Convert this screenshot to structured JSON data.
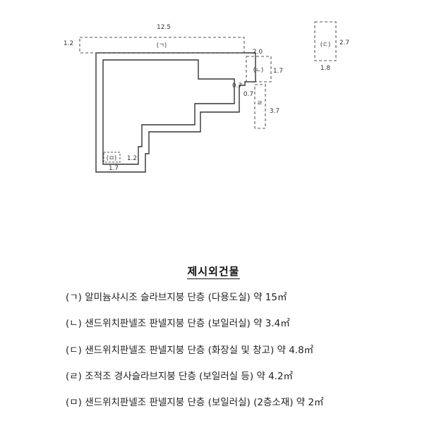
{
  "plan": {
    "dimensions": {
      "top_width": "12.5",
      "left_height": "1.2",
      "annex_width": "2.0",
      "annex_height": "1.7",
      "step_a": "0.7",
      "step_b": "0.7",
      "side_height": "3.7",
      "small_room_height": "1.2",
      "small_room_width": "1.7",
      "detached_height": "2.7",
      "detached_width": "1.8"
    },
    "labels": {
      "a": "(ㄱ)",
      "b": "(ㄴ)",
      "c": "(ㄷ)",
      "d": "ㄹ",
      "e": "(ㅁ)"
    }
  },
  "legend": {
    "title": "제시외건물",
    "items": [
      "(ㄱ) 알미늄샤시조 슬라브지붕 단층 (다용도실) 약 15㎡",
      "(ㄴ) 샌드위치판넬조 판넬지붕 단층 (보일러실) 약 3.4㎡",
      "(ㄷ) 샌드위치판넬조 판넬지붕 단층 (화장실 및 창고) 약 4.8㎡",
      "(ㄹ) 조적조 경사슬라브지붕 단층 (보일러실 등) 약 4.2㎡",
      "(ㅁ) 샌드위치판넬조 판넬지붕 단층 (보일러실) (2층소재) 약 2㎡"
    ]
  }
}
